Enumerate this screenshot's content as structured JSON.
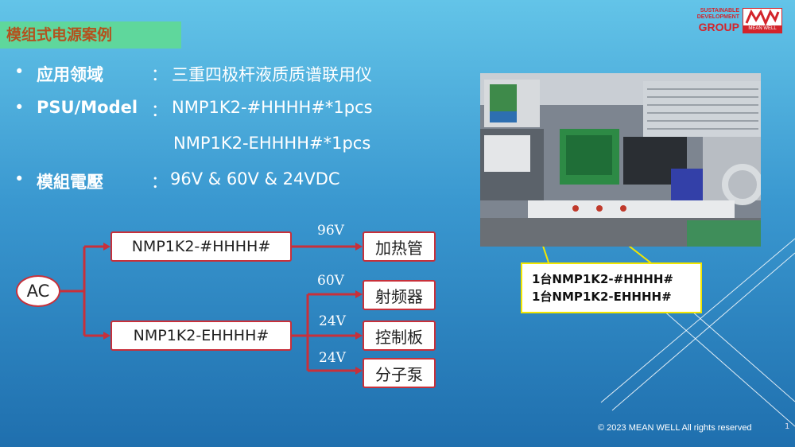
{
  "slide": {
    "title": "模组式电源案例",
    "logo": {
      "line1": "SUSTAINABLE",
      "line2": "DEVELOPMENT",
      "group": "GROUP",
      "brand_mark": "MW",
      "brand_caption": "MEAN WELL"
    },
    "bullets": [
      {
        "label": "应用领域",
        "colon": "：",
        "value": "三重四极杆液质质谱联用仪"
      },
      {
        "label": "PSU/Model",
        "colon": "：",
        "value": "NMP1K2-#HHHH#*1pcs",
        "value2": "NMP1K2-EHHHH#*1pcs"
      },
      {
        "label": "模組電壓",
        "colon": "：",
        "value": "96V & 60V & 24VDC"
      }
    ],
    "bullet_symbol": "•",
    "diagram": {
      "source": "AC",
      "models": [
        "NMP1K2-#HHHH#",
        "NMP1K2-EHHHH#"
      ],
      "outputs": [
        "加热管",
        "射频器",
        "控制板",
        "分子泵"
      ],
      "voltages": [
        "96V",
        "60V",
        "24V",
        "24V"
      ]
    },
    "callout": {
      "line1": "1台NMP1K2-#HHHH#",
      "line2": "1台NMP1K2-EHHHH#"
    },
    "footer": "© 2023 MEAN WELL All rights reserved",
    "page_mark": "1"
  },
  "colors": {
    "background_top": "#63c4e8",
    "background_bottom": "#1f6fae",
    "title_bar": "#5fd79c",
    "title_text": "#b3521e",
    "connector": "#c8303a",
    "callout_border": "#f3e600",
    "brand_red": "#d3242b"
  }
}
